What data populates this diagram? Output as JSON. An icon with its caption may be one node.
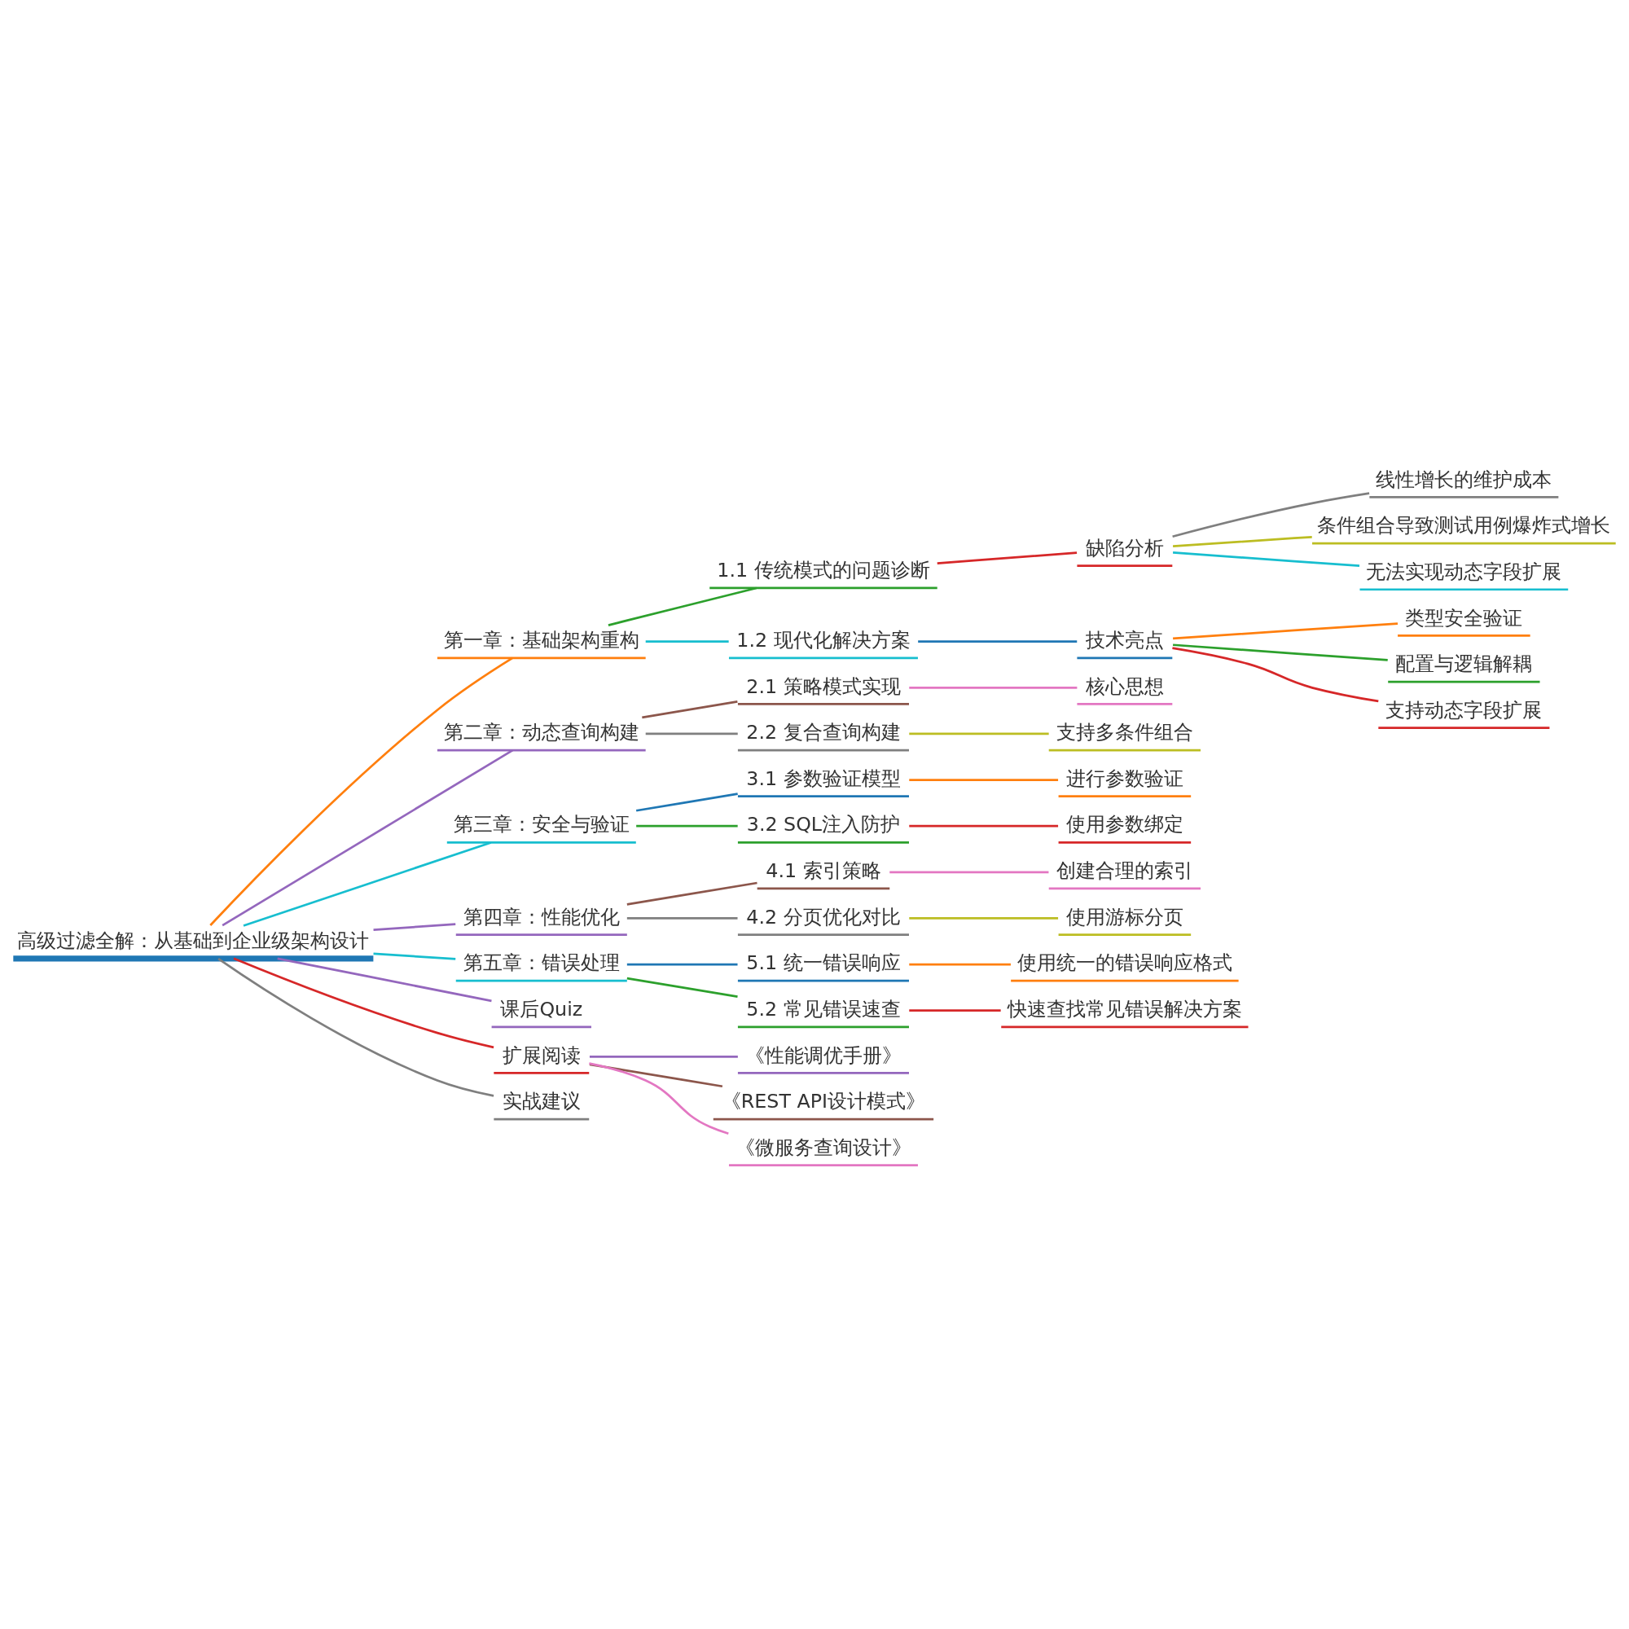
{
  "diagram": {
    "nodes": [
      {
        "text": [
          "高级过滤全解：从基础到企业级架构设计"
        ]
      },
      {
        "text": [
          "第一章：基础架构重构"
        ]
      },
      {
        "text": [
          "1.1 传统模式的问题诊断"
        ]
      },
      {
        "text": [
          "缺陷分析"
        ]
      },
      {
        "text": [
          "线性增长的维护成本"
        ]
      },
      {
        "text": [
          "条件组合导致测试用例爆炸式增长"
        ]
      },
      {
        "text": [
          "无法实现动态字段扩展"
        ]
      },
      {
        "text": [
          "1.2 现代化解决方案"
        ]
      },
      {
        "text": [
          "技术亮点"
        ]
      },
      {
        "text": [
          "类型安全验证"
        ]
      },
      {
        "text": [
          "配置与逻辑解耦"
        ]
      },
      {
        "text": [
          "支持动态字段扩展"
        ]
      },
      {
        "text": [
          "第二章：动态查询构建"
        ]
      },
      {
        "text": [
          "2.1 策略模式实现"
        ]
      },
      {
        "text": [
          "核心思想"
        ]
      },
      {
        "text": [
          "2.2 复合查询构建"
        ]
      },
      {
        "text": [
          "支持多条件组合"
        ]
      },
      {
        "text": [
          "第三章：安全与验证"
        ]
      },
      {
        "text": [
          "3.1 参数验证模型"
        ]
      },
      {
        "text": [
          "进行参数验证"
        ]
      },
      {
        "text": [
          "3.2 SQL注入防护"
        ]
      },
      {
        "text": [
          "使用参数绑定"
        ]
      },
      {
        "text": [
          "第四章：性能优化"
        ]
      },
      {
        "text": [
          "4.1 索引策略"
        ]
      },
      {
        "text": [
          "创建合理的索引"
        ]
      },
      {
        "text": [
          "4.2 分页优化对比"
        ]
      },
      {
        "text": [
          "使用游标分页"
        ]
      },
      {
        "text": [
          "第五章：错误处理"
        ]
      },
      {
        "text": [
          "5.1 统一错误响应"
        ]
      },
      {
        "text": [
          "使用统一的错误响应格式"
        ]
      },
      {
        "text": [
          "5.2 常见错误速查"
        ]
      },
      {
        "text": [
          "快速查找常见错误解决方案"
        ]
      },
      {
        "text": [
          "课后Quiz"
        ]
      },
      {
        "text": [
          "扩展阅读"
        ]
      },
      {
        "text": [
          "《性能调优手册》"
        ]
      },
      {
        "text": [
          "《REST API设计模式》"
        ]
      },
      {
        "text": [
          "《微服务查询设计》"
        ]
      },
      {
        "text": [
          "实战建议"
        ]
      }
    ],
    "edges": [
      {
        "from": 0,
        "to": 1,
        "arrow": "none",
        "color": "#ff7f0e"
      },
      {
        "from": 1,
        "to": 2,
        "arrow": "none",
        "color": "#2ca02c"
      },
      {
        "from": 2,
        "to": 3,
        "arrow": "none",
        "color": "#d62728"
      },
      {
        "from": 3,
        "to": 4,
        "arrow": "none",
        "color": "#7f7f7f"
      },
      {
        "from": 3,
        "to": 5,
        "arrow": "none",
        "color": "#bcbd22"
      },
      {
        "from": 3,
        "to": 6,
        "arrow": "none",
        "color": "#17becf"
      },
      {
        "from": 1,
        "to": 7,
        "arrow": "none",
        "color": "#17becf"
      },
      {
        "from": 7,
        "to": 8,
        "arrow": "none",
        "color": "#1f77b4"
      },
      {
        "from": 8,
        "to": 9,
        "arrow": "none",
        "color": "#ff7f0e"
      },
      {
        "from": 8,
        "to": 10,
        "arrow": "none",
        "color": "#2ca02c"
      },
      {
        "from": 8,
        "to": 11,
        "arrow": "none",
        "color": "#d62728"
      },
      {
        "from": 0,
        "to": 12,
        "arrow": "none",
        "color": "#9467bd"
      },
      {
        "from": 12,
        "to": 13,
        "arrow": "none",
        "color": "#8c564b"
      },
      {
        "from": 13,
        "to": 14,
        "arrow": "none",
        "color": "#e377c2"
      },
      {
        "from": 12,
        "to": 15,
        "arrow": "none",
        "color": "#7f7f7f"
      },
      {
        "from": 15,
        "to": 16,
        "arrow": "none",
        "color": "#bcbd22"
      },
      {
        "from": 0,
        "to": 17,
        "arrow": "none",
        "color": "#17becf"
      },
      {
        "from": 17,
        "to": 18,
        "arrow": "none",
        "color": "#1f77b4"
      },
      {
        "from": 18,
        "to": 19,
        "arrow": "none",
        "color": "#ff7f0e"
      },
      {
        "from": 17,
        "to": 20,
        "arrow": "none",
        "color": "#2ca02c"
      },
      {
        "from": 20,
        "to": 21,
        "arrow": "none",
        "color": "#d62728"
      },
      {
        "from": 0,
        "to": 22,
        "arrow": "none",
        "color": "#9467bd"
      },
      {
        "from": 22,
        "to": 23,
        "arrow": "none",
        "color": "#8c564b"
      },
      {
        "from": 23,
        "to": 24,
        "arrow": "none",
        "color": "#e377c2"
      },
      {
        "from": 22,
        "to": 25,
        "arrow": "none",
        "color": "#7f7f7f"
      },
      {
        "from": 25,
        "to": 26,
        "arrow": "none",
        "color": "#bcbd22"
      },
      {
        "from": 0,
        "to": 27,
        "arrow": "none",
        "color": "#17becf"
      },
      {
        "from": 27,
        "to": 28,
        "arrow": "none",
        "color": "#1f77b4"
      },
      {
        "from": 28,
        "to": 29,
        "arrow": "none",
        "color": "#ff7f0e"
      },
      {
        "from": 27,
        "to": 30,
        "arrow": "none",
        "color": "#2ca02c"
      },
      {
        "from": 30,
        "to": 31,
        "arrow": "none",
        "color": "#d62728"
      },
      {
        "from": 0,
        "to": 32,
        "arrow": "none",
        "color": "#9467bd"
      },
      {
        "from": 0,
        "to": 33,
        "arrow": "none",
        "color": "#d62728"
      },
      {
        "from": 33,
        "to": 34,
        "arrow": "none",
        "color": "#9467bd"
      },
      {
        "from": 33,
        "to": 35,
        "arrow": "none",
        "color": "#8c564b"
      },
      {
        "from": 33,
        "to": 36,
        "arrow": "none",
        "color": "#e377c2"
      },
      {
        "from": 0,
        "to": 37,
        "arrow": "none",
        "color": "#7f7f7f"
      }
    ]
  }
}
